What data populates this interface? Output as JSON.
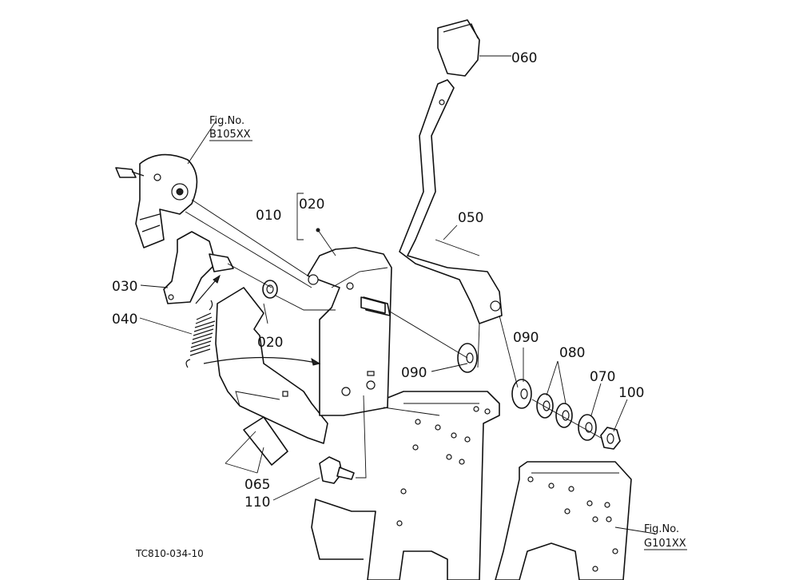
{
  "diagram_id": "TC810-034-10",
  "refs": {
    "top": {
      "line1": "Fig.No.",
      "line2": "B105XX"
    },
    "bottom": {
      "line1": "Fig.No.",
      "line2": "G101XX"
    }
  },
  "part_labels": {
    "p010": "010",
    "p020a": "020",
    "p020b": "020",
    "p030": "030",
    "p040": "040",
    "p050": "050",
    "p060": "060",
    "p065": "065",
    "p070": "070",
    "p080": "080",
    "p090a": "090",
    "p090b": "090",
    "p100": "100",
    "p110": "110"
  }
}
